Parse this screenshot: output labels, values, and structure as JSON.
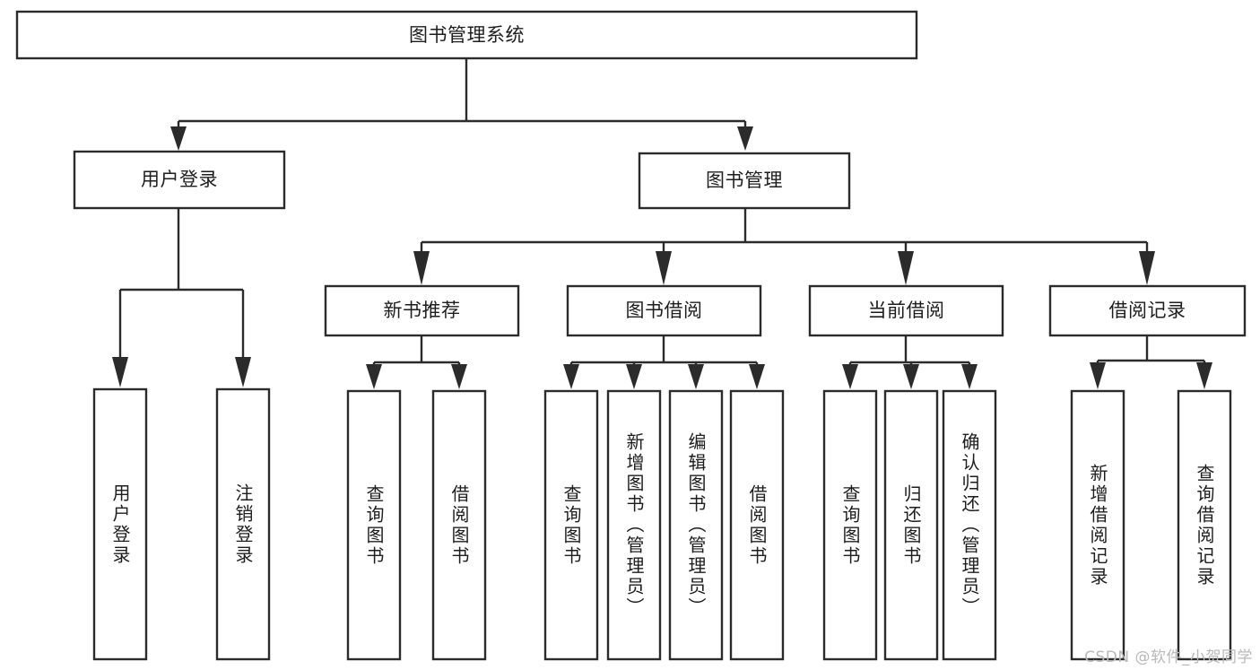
{
  "diagram": {
    "type": "hierarchy-tree",
    "title_node": {
      "label": "图书管理系统"
    },
    "level2": [
      {
        "id": "user-login",
        "label": "用户登录"
      },
      {
        "id": "book-management",
        "label": "图书管理"
      }
    ],
    "level3": [
      {
        "id": "new-book-recommend",
        "label": "新书推荐",
        "parent": "book-management"
      },
      {
        "id": "book-borrow",
        "label": "图书借阅",
        "parent": "book-management"
      },
      {
        "id": "current-borrow",
        "label": "当前借阅",
        "parent": "book-management"
      },
      {
        "id": "borrow-record",
        "label": "借阅记录",
        "parent": "book-management"
      }
    ],
    "leaves": {
      "user-login": [
        {
          "id": "leaf-user-login",
          "label": "用户登录"
        },
        {
          "id": "leaf-logout-login",
          "label": "注销登录"
        }
      ],
      "new-book-recommend": [
        {
          "id": "leaf-query-book-1",
          "label": "查询图书"
        },
        {
          "id": "leaf-borrow-book-1",
          "label": "借阅图书"
        }
      ],
      "book-borrow": [
        {
          "id": "leaf-query-book-2",
          "label": "查询图书"
        },
        {
          "id": "leaf-add-book",
          "label": "新增图书（管理员）"
        },
        {
          "id": "leaf-edit-book",
          "label": "编辑图书（管理员）"
        },
        {
          "id": "leaf-borrow-book-2",
          "label": "借阅图书"
        }
      ],
      "current-borrow": [
        {
          "id": "leaf-query-book-3",
          "label": "查询图书"
        },
        {
          "id": "leaf-return-book",
          "label": "归还图书"
        },
        {
          "id": "leaf-confirm-return",
          "label": "确认归还（管理员）"
        }
      ],
      "borrow-record": [
        {
          "id": "leaf-add-record",
          "label": "新增借阅记录"
        },
        {
          "id": "leaf-query-record",
          "label": "查询借阅记录"
        }
      ]
    },
    "colors": {
      "stroke": "#2b2b2b",
      "fill": "#ffffff",
      "text": "#1d1d1d",
      "watermark": "#b9b9b9",
      "background": "#ffffff"
    }
  },
  "watermark": {
    "text": "CSDN @软件_小贺同学"
  }
}
